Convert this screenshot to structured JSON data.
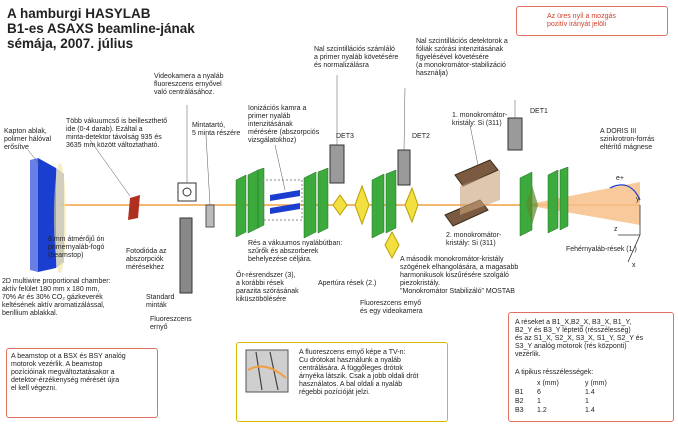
{
  "title": "A hamburgi HASYLAB\nB1-es ASAXS beamline-jának\nsémája, 2007. július",
  "legend_note": "Az üres nyíl a mozgás\npozitív irányát jelöli",
  "labels": {
    "kapton": "Kapton ablak,\npolimer hálóval\nerősítve",
    "vakuumcso": "Több vákuumcső is beilleszthető\nide (0-4 darab). Ezáltal a\nminta-detektor távolság 935 és\n3635 mm között változtatható.",
    "videokamera": "Videokamera a nyaláb\nfluoreszcens ernyővel\nvaló centrálásához.",
    "mintatarto": "Mintatartó,\n5 minta részére",
    "ionizacios": "Ionizációs kamra a\nprimer nyaláb\nintenzitásának\nmérésére (abszorpciós\nvizsgálatokhoz)",
    "szcint_szamlalo": "Nal szcintillációs számláló\na primer nyaláb követésére\nés normalizálásra",
    "szcint_detektorok": "Nal szcintillációs detektorok a\nfóliák szórási intenzitásának\nfigyelésével követésére\n(a monokromátor-stabilizáció\nhasználja)",
    "det3": "DET3",
    "det2": "DET2",
    "det1": "DET1",
    "mono1": "1. monokromátor-\nkristály: Si (311)",
    "doris": "A DORIS III\nszinkrotron-forrás\neltérítő mágnese",
    "mm8": "8 mm átmérőjű ón\nprimernyaláb-fogó\n(beamstop)",
    "fotodioda": "Fotodióda az\nabszorpciók\nmérésekhez",
    "detector2d": "2D multiwire proportional chamber:\naktív felület 180 mm x 180 mm,\n70% Ar és 30% CO₂ gázkeverék\nkeltésének aktív aromatizálással,\nberillium ablakkal.",
    "standard": "Standard\nminták",
    "fluor_ernyo": "Fluoreszcens\nernyő",
    "res_vakuum": "Rés a vákuumos nyalábútban:\nszűrők és abszorberek\nbehelyezése céljára.",
    "or_resrendszer": "Őr-résrendszer (3),\na korábbi rések\nparazita szórásának\nkiküszöbölésére",
    "apertura": "Apertúra rések (2.)",
    "fluor_video": "Fluoreszcens ernyő\nés egy videokamera",
    "mono2": "2. monokromátor-\nkristály: Si (311)",
    "masodik": "A második monokromátor-kristály\nszögének elhangolására, a magasabb\nharmonikusok kiszűrésére szolgáló\npiezokristály.\n\"Monokromátor Stabilizáló\" MOSTAB",
    "feheres": "Fehérnyaláb-rések (1.)",
    "beamstop_note": "A beamstop ot a BSX és BSY analóg\nmotorok vezérlik. A beamstop\npozícióinak megváltoztatásakor a\ndetektor-érzékenység mérését újra\nel kell végezni.",
    "fluor_kep": "A fluoreszcens ernyő képe a TV-n:\nCu drótokat használunk a nyaláb\ncentrálására. A függőleges drótok\nárnyéka látszik. Csak a jobb oldali drót\nhasználatos. A bal oldali a nyaláb\nrégebbi pozícióját jelzi.",
    "reseket": "A réseket a B1_X,B2_X, B3_X, B1_Y,\nB2_Y és B3_Y léptető (résszélesség)\nés az S1_X, S2_X, S3_X, S1_Y, S2_Y és\nS3_Y analóg motorok (rés központi)\nvezérlik.",
    "tipikus": "A tipikus résszélességek:",
    "axis_x": "x",
    "axis_y": "y",
    "axis_z": "z",
    "eplus": "e+"
  },
  "res_table": {
    "headers": [
      "",
      "x (mm)",
      "y (mm)"
    ],
    "rows": [
      [
        "B1",
        "6",
        "1.4"
      ],
      [
        "B2",
        "1",
        "1"
      ],
      [
        "B3",
        "1.2",
        "1.4"
      ]
    ]
  },
  "colors": {
    "beam": "#f0a040",
    "slit_green": "#3daa3d",
    "aperture_yellow": "#f2e040",
    "note_red": "#d0402a",
    "box_yellow_border": "#d9b800"
  }
}
